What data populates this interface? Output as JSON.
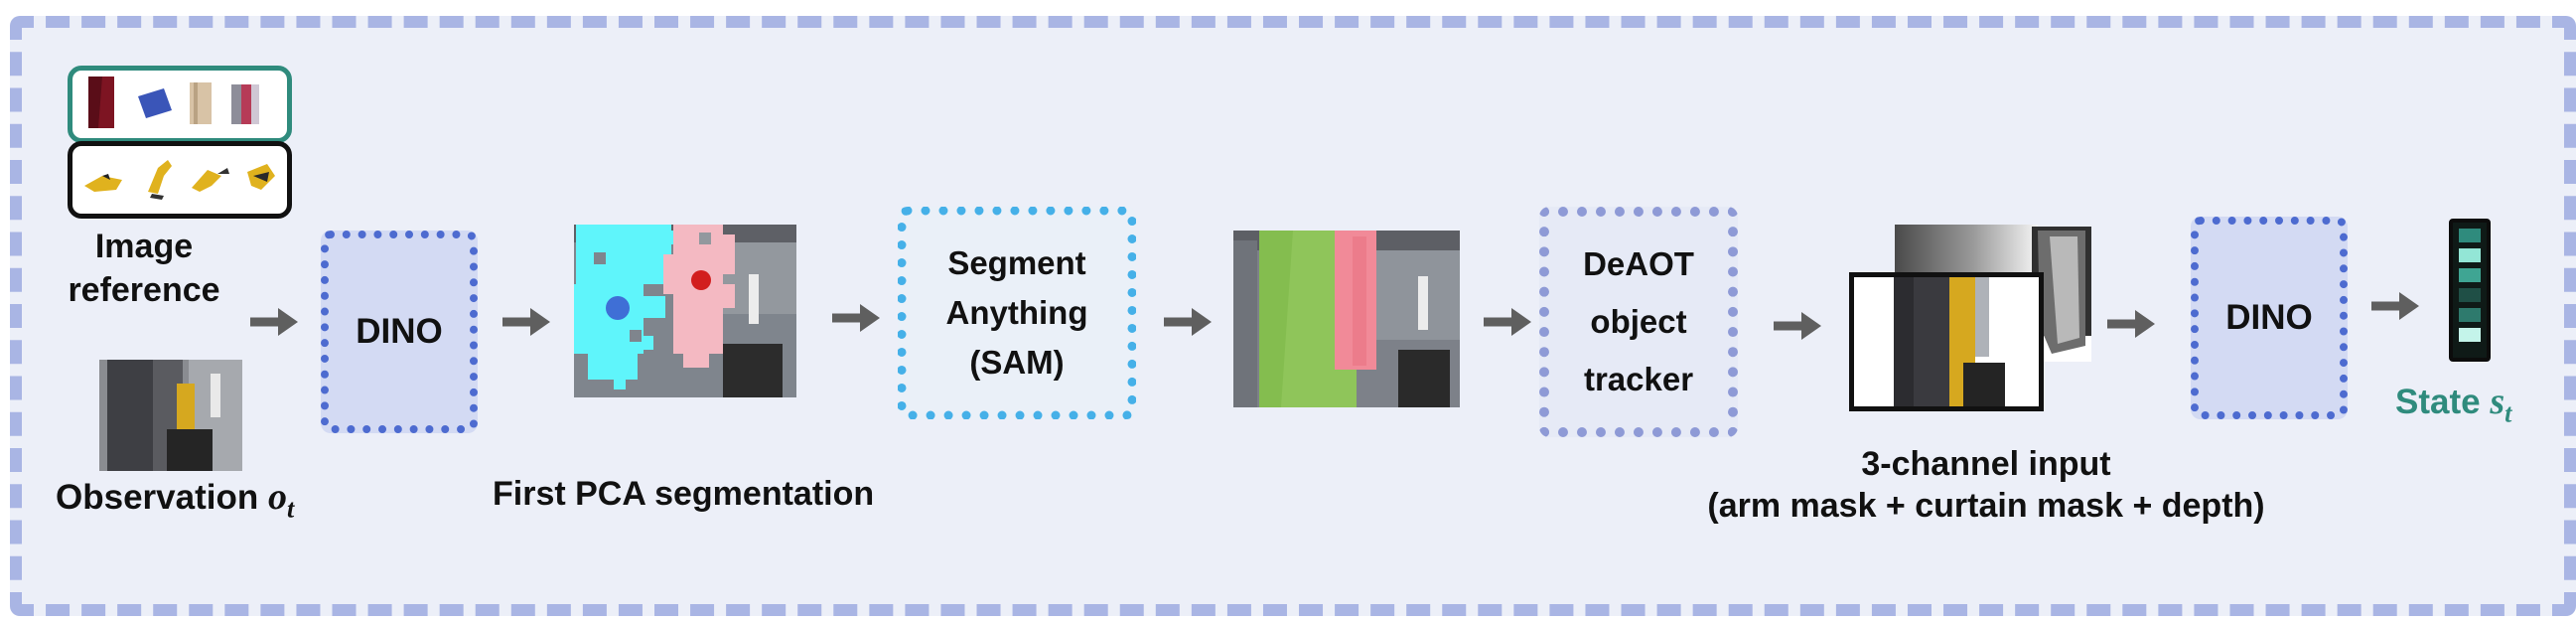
{
  "figure": {
    "image_reference_label": [
      "Image",
      "reference"
    ],
    "observation_label": "Observation",
    "observation_symbol": "o",
    "observation_subscript": "t",
    "dino_label": "DINO",
    "pca_label": "First PCA segmentation",
    "sam_lines": [
      "Segment",
      "Anything",
      "(SAM)"
    ],
    "deaot_lines": [
      "DeAOT",
      "object",
      "tracker"
    ],
    "three_channel_lines": [
      "3-channel input",
      "(arm mask + curtain mask + depth)"
    ],
    "dino2_label": "DINO",
    "state_label": "State",
    "state_symbol": "s",
    "state_subscript": "t"
  },
  "colors": {
    "background": "#eceff8",
    "outer_border": "#a9b5e4",
    "dino_fill": "#d3daf3",
    "dino_border": "#4d6bd0",
    "sam_border": "#45b0e8",
    "deaot_border": "#8e9ad6",
    "teal": "#2f8b7d",
    "arrow": "#5f5f5f"
  }
}
